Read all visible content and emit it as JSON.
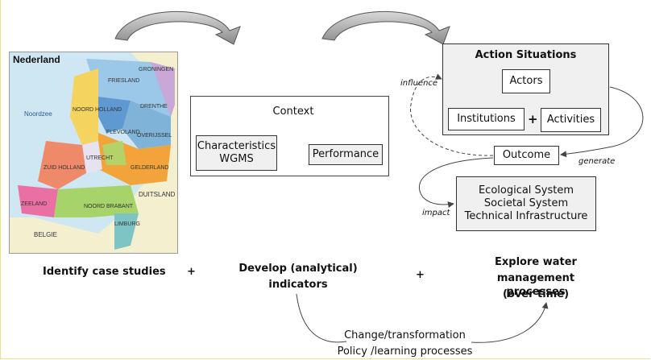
{
  "map": {
    "title": "Nederland",
    "sea_label": "Noordzee",
    "east_label": "DUITSLAND",
    "south_label": "BELGIE",
    "province_labels": [
      "NOORD HOLLAND",
      "FRIESLAND",
      "GRONINGEN",
      "DRENTHE",
      "OVERIJSSEL",
      "GELDERLAND",
      "UTRECHT",
      "ZUID HOLLAND",
      "ZEELAND",
      "NOORD BRABANT",
      "LIMBURG",
      "FLEVOLAND"
    ],
    "colors": {
      "sea": "#cfe6f3",
      "land_outside": "#f3efcf"
    }
  },
  "model": {
    "context": "Context",
    "characteristics": "Characteristics WGMS",
    "performance": "Performance"
  },
  "framework": {
    "action_situations": "Action Situations",
    "actors": "Actors",
    "institutions": "Institutions",
    "plus": "+",
    "activities": "Activities",
    "outcome": "Outcome",
    "systems": [
      "Ecological System",
      "Societal System",
      "Technical Infrastructure"
    ],
    "influence": "influence",
    "generate": "generate",
    "impact": "impact"
  },
  "steps": {
    "identify": "Identify case studies",
    "plus1": "+",
    "develop_line1": "Develop (analytical)",
    "develop_line2": "indicators",
    "plus2": "+",
    "explore_line1": "Explore water",
    "explore_line2": "management processes",
    "explore_line3": "(over time)"
  },
  "change": {
    "line1": "Change/transformation",
    "line2": "Policy /learning processes"
  }
}
